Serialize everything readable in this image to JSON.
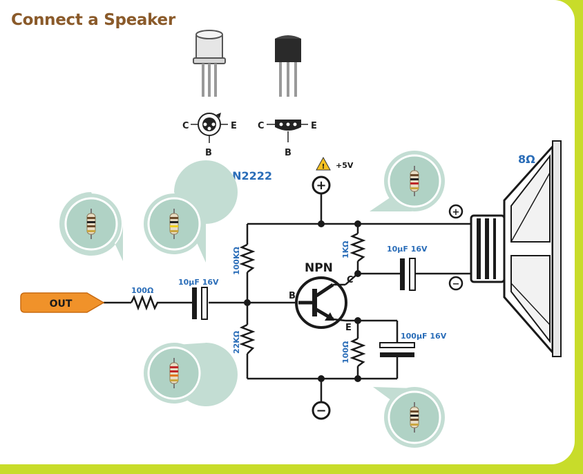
{
  "title": "Connect a Speaker",
  "pinout": {
    "c": "C",
    "e": "E",
    "b": "B"
  },
  "part_number": "2N2222",
  "supply": {
    "label": "+5V",
    "plus": "+",
    "minus": "−"
  },
  "transistor": {
    "type": "NPN",
    "base": "B",
    "collector": "C",
    "emitter": "E"
  },
  "resistors": {
    "input": "100Ω",
    "bias_top": "100KΩ",
    "bias_bottom": "22KΩ",
    "collector": "1KΩ",
    "emitter": "100Ω"
  },
  "capacitors": {
    "input": "10μF 16V",
    "output": "10μF 16V",
    "emitter": "100μF 16V"
  },
  "output_tag": "OUT",
  "speaker": {
    "impedance": "8Ω",
    "plus": "+",
    "minus": "−"
  },
  "colors": {
    "title": "#8a5a2a",
    "label_blue": "#2a6db8",
    "wire": "#1a1a1a",
    "bubble": "#c3ddd3",
    "out_tag": "#f0922a",
    "background_accent": "#c8dc2a"
  }
}
